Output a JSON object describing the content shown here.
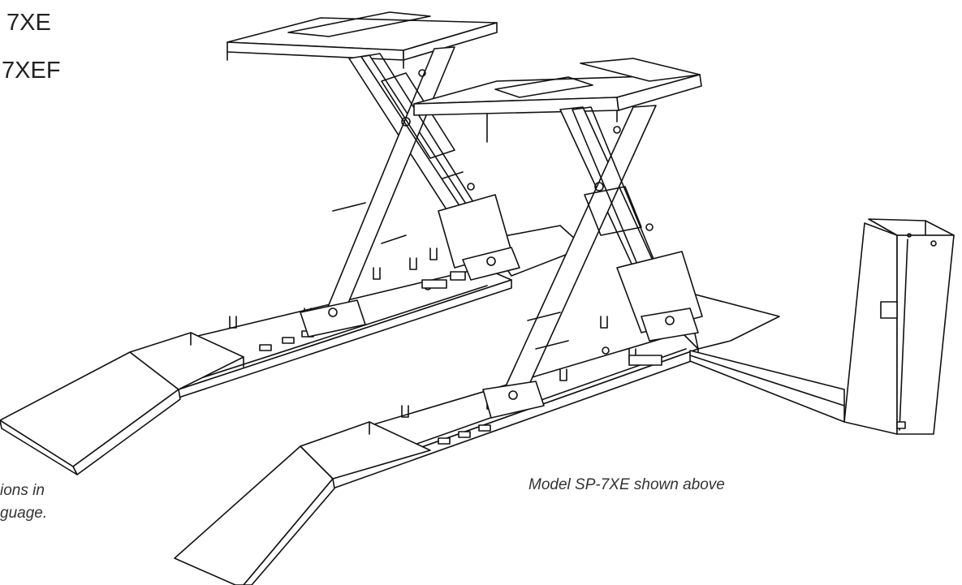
{
  "models": [
    "7XE",
    "7XEF"
  ],
  "captions": {
    "left_line1": "ions in",
    "left_line2": "guage.",
    "right": "Model SP-7XE shown above"
  },
  "drawing": {
    "subject": "scissor lift with runways, ramps and power unit cabinet",
    "stroke_color": "#111111"
  }
}
